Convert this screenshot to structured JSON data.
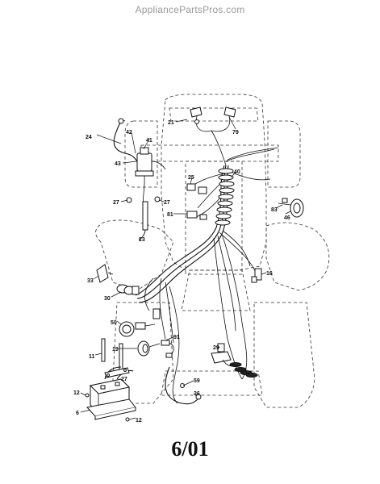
{
  "watermark": "AppliancePartsPros.com",
  "footer": {
    "date": "6/01"
  },
  "callouts": {
    "c24": "24",
    "c42": "42",
    "c41": "41",
    "c43": "43",
    "c27a": "27",
    "c27b": "27",
    "c23": "23",
    "c21": "21",
    "c79": "79",
    "c40": "40",
    "c25": "25",
    "c81": "81",
    "c83": "83",
    "c46": "46",
    "c33": "33",
    "c30": "30",
    "c16": "16",
    "c50": "50",
    "c19": "19",
    "c11": "11",
    "c91": "91",
    "c29": "29",
    "c27c": "27",
    "c12a": "12",
    "c6": "6",
    "c12b": "12",
    "c59": "59",
    "c36": "36"
  }
}
